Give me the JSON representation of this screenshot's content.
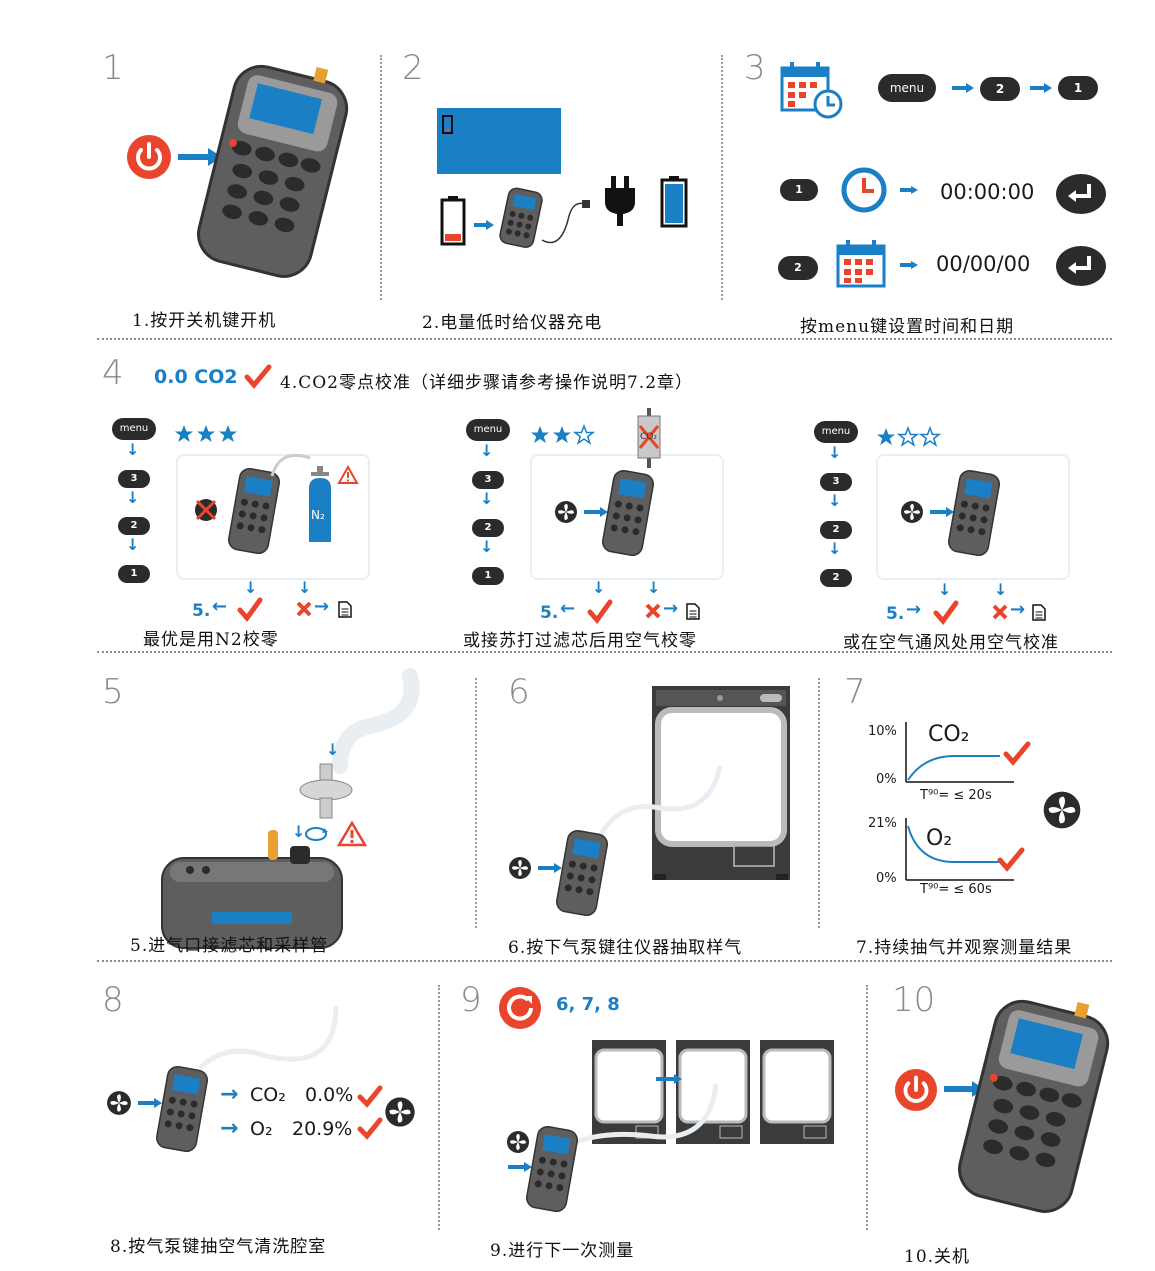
{
  "colors": {
    "blue": "#1a7fc4",
    "red": "#e8452c",
    "device": "#5a5a5a",
    "dark": "#2b2b2b"
  },
  "icons": [
    "power-icon",
    "battery-icon",
    "plug-icon",
    "calendar-icon",
    "clock-icon",
    "enter-icon",
    "fan-icon",
    "star-icon",
    "check-icon",
    "cross-icon",
    "document-icon",
    "warning-icon",
    "gas-cylinder-icon",
    "filter-icon",
    "refresh-icon"
  ],
  "steps": {
    "s1": {
      "num": "1",
      "caption": "1.按开关机键开机"
    },
    "s2": {
      "num": "2",
      "caption": "2.电量低时给仪器充电"
    },
    "s3": {
      "num": "3",
      "caption": "按menu键设置时间和日期",
      "menu": "menu",
      "key2": "2",
      "key1": "1",
      "row1_key": "1",
      "row1_value": "00:00:00",
      "row2_key": "2",
      "row2_value": "00/00/00"
    },
    "s4": {
      "num": "4",
      "status": "0.0 CO2",
      "caption": "4.CO2零点校准（详细步骤请参考操作说明7.2章）",
      "opts": [
        {
          "menu": "menu",
          "keys": [
            "3",
            "2",
            "1"
          ],
          "result": "5.",
          "caption": "最优是用N2校零",
          "n2": "N₂"
        },
        {
          "menu": "menu",
          "keys": [
            "3",
            "2",
            "1"
          ],
          "result": "5.",
          "caption": "或接苏打过滤芯后用空气校零",
          "co2": "CO₂"
        },
        {
          "menu": "menu",
          "keys": [
            "3",
            "2",
            "2"
          ],
          "result": "5.",
          "caption": "或在空气通风处用空气校准"
        }
      ]
    },
    "s5": {
      "num": "5",
      "caption": "5.进气口接滤芯和采样管"
    },
    "s6": {
      "num": "6",
      "caption": "6.按下气泵键往仪器抽取样气"
    },
    "s7": {
      "num": "7",
      "caption": "7.持续抽气并观察测量结果",
      "co2_chart": {
        "ymax": "10%",
        "ymin": "0%",
        "label": "CO₂",
        "t90": "T⁹⁰= ≤ 20s"
      },
      "o2_chart": {
        "ymax": "21%",
        "ymin": "0%",
        "label": "O₂",
        "t90": "T⁹⁰= ≤ 60s"
      }
    },
    "s8": {
      "num": "8",
      "caption": "8.按气泵键抽空气清洗腔室",
      "co2_label": "CO₂",
      "co2_value": "0.0%",
      "o2_label": "O₂",
      "o2_value": "20.9%"
    },
    "s9": {
      "num": "9",
      "repeat": "6, 7, 8",
      "caption": "9.进行下一次测量"
    },
    "s10": {
      "num": "10",
      "caption": "10.关机"
    }
  }
}
